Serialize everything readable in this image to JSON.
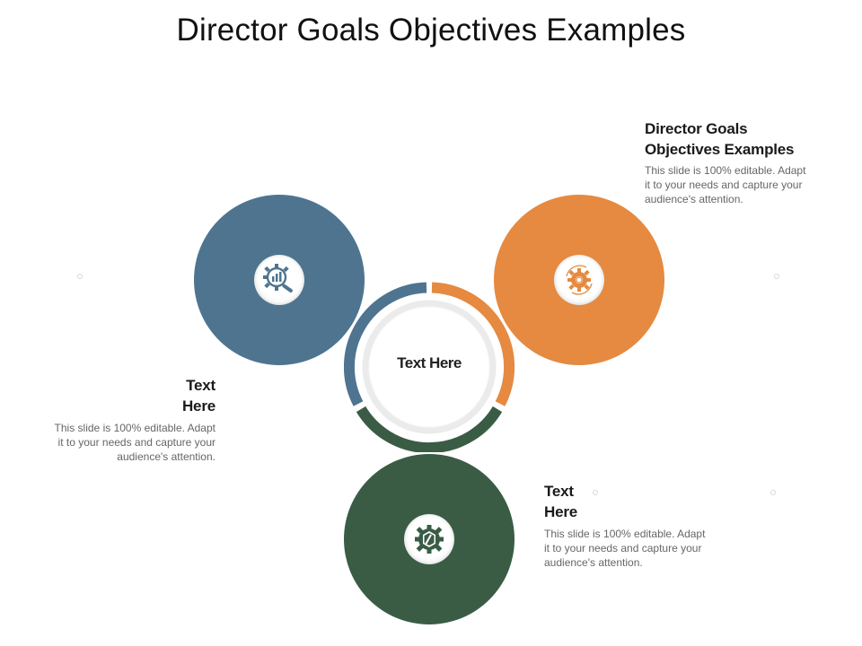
{
  "slide": {
    "title": "Director Goals Objectives Examples"
  },
  "colors": {
    "blue": "#4e7490",
    "orange": "#e58a40",
    "green": "#3a5c45",
    "ring_border": "#ebebeb"
  },
  "center": {
    "label": "Text Here"
  },
  "nodes": [
    {
      "id": "blue",
      "icon": "gear-magnifier-chart-icon",
      "title": "Text Here",
      "title_lines": [
        "Text",
        "Here"
      ],
      "description": "This slide is 100% editable. Adapt it to your needs and capture your audience's attention.",
      "desc_lines": [
        "This slide is 100% editable. Adapt",
        "it to your needs and capture your",
        "audience's attention."
      ]
    },
    {
      "id": "orange",
      "icon": "gear-cycle-icon",
      "title": "Director Goals Objectives Examples",
      "title_lines": [
        "Director Goals",
        "Objectives Examples"
      ],
      "description": "This slide is 100% editable. Adapt it to your needs and capture your audience's attention.",
      "desc_lines": [
        "This slide is 100% editable. Adapt",
        "it to your needs and capture your",
        "audience's attention."
      ]
    },
    {
      "id": "green",
      "icon": "gear-compass-icon",
      "title": "Text Here",
      "title_lines": [
        "Text",
        "Here"
      ],
      "description": "This slide is 100% editable. Adapt it to your needs and capture your audience's attention.",
      "desc_lines": [
        "This slide is 100% editable. Adapt",
        "it to your needs and capture your",
        "audience's attention."
      ]
    }
  ]
}
